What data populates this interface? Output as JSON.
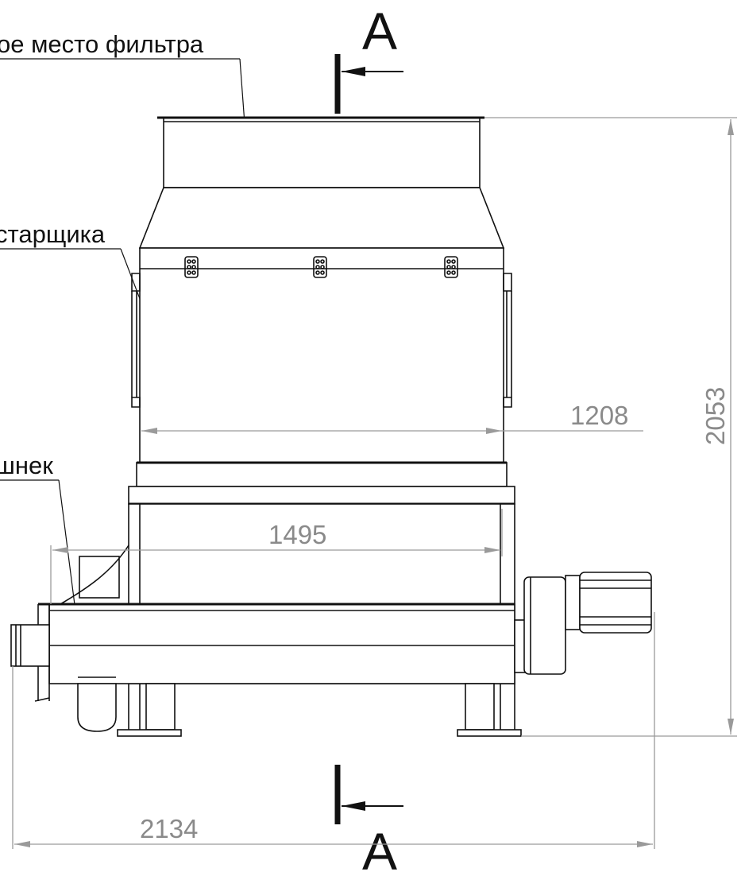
{
  "callouts": {
    "filter": "ое место фильтра",
    "starter": "старщика",
    "auger": "шнек"
  },
  "section": {
    "top_letter": "A",
    "bottom_letter": "A"
  },
  "dimensions": {
    "height_total": "2053",
    "width_upper": "1208",
    "width_middle": "1495",
    "width_total": "2134"
  }
}
